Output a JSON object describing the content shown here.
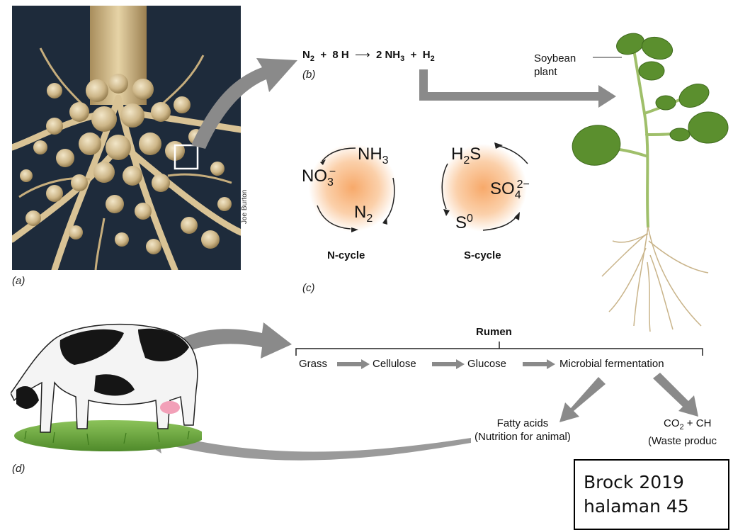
{
  "panels": {
    "a": "(a)",
    "b": "(b)",
    "c": "(c)",
    "d": "(d)"
  },
  "photo_credit": "Joe Burton",
  "equation": {
    "n2": "N",
    "n2_sub": "2",
    "plus1": "+",
    "h": "8 H",
    "arrow": "⟶",
    "nh3": "2 NH",
    "nh3_sub": "3",
    "plus2": "+",
    "h2": "H",
    "h2_sub": "2"
  },
  "soybean": {
    "line1": "Soybean",
    "line2": "plant"
  },
  "n_cycle": {
    "nh3": "NH",
    "nh3_sub": "3",
    "no3": "NO",
    "no3_sub": "3",
    "no3_sup": "−",
    "n2": "N",
    "n2_sub": "2",
    "name": "N-cycle"
  },
  "s_cycle": {
    "h2s_a": "H",
    "h2s_sub": "2",
    "h2s_b": "S",
    "so4": "SO",
    "so4_sub": "4",
    "so4_sup": "2−",
    "s0": "S",
    "s0_sup": "0",
    "name": "S-cycle"
  },
  "rumen": {
    "title": "Rumen",
    "steps": [
      "Grass",
      "Cellulose",
      "Glucose",
      "Microbial fermentation"
    ],
    "products": {
      "fatty_acids": "Fatty acids",
      "fatty_note": "(Nutrition for animal)",
      "co2": "CO",
      "co2_sub": "2",
      "plus": "+",
      "ch": "CH",
      "waste_note": "(Waste produc"
    }
  },
  "citation": {
    "line1": "Brock 2019",
    "line2": "halaman 45"
  },
  "colors": {
    "arrow": "#8a8a8a",
    "cycle_center": "#f7a96a",
    "leaf": "#5b8f2e",
    "root": "#c9b48a"
  }
}
